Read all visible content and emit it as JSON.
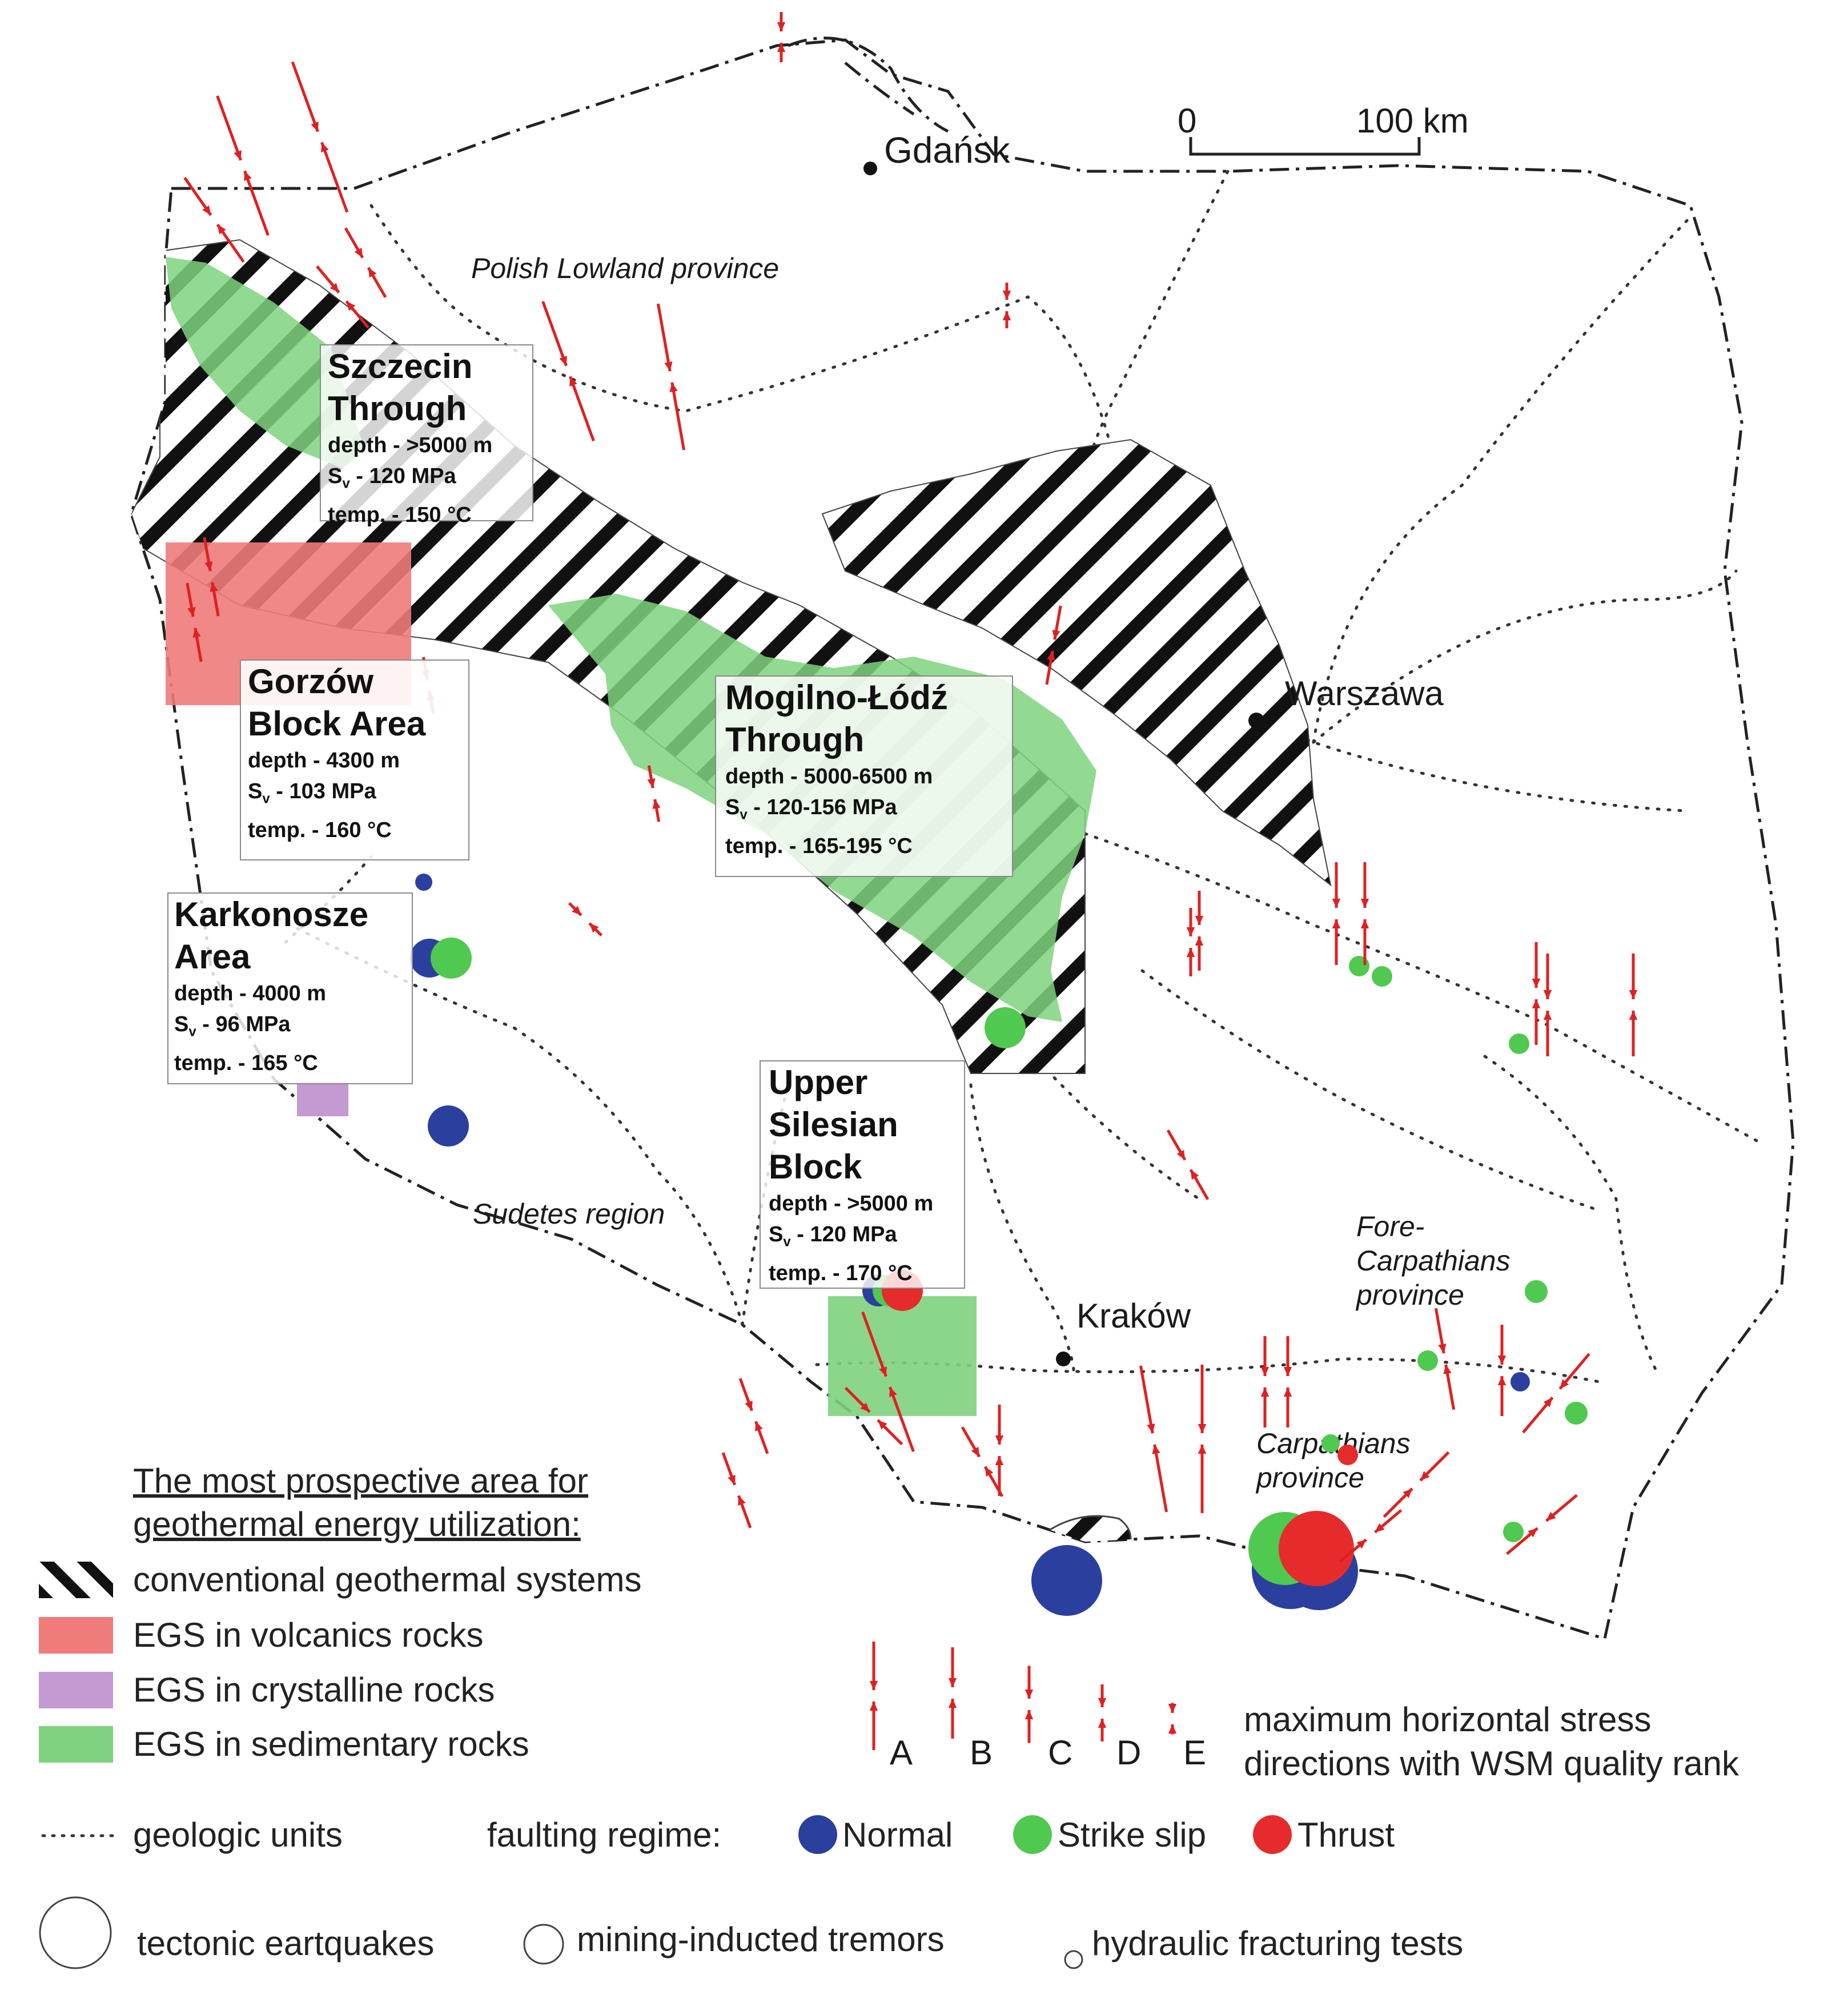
{
  "cities": {
    "gdansk": "Gdańsk",
    "warszawa": "Warszawa",
    "krakow": "Kraków"
  },
  "regions": {
    "polish_lowland": "Polish Lowland province",
    "sudetes": "Sudetes region",
    "fore_carpathians": [
      "Fore-",
      "Carpathians",
      "province"
    ],
    "carpathians": [
      "Carpathians",
      "province"
    ]
  },
  "scale_bar": {
    "start": "0",
    "end": "100 km"
  },
  "areas": {
    "szczecin": {
      "title": [
        "Szczecin",
        "Through"
      ],
      "depth": "depth - >5000 m",
      "sv": "S",
      "sv_rest": " - 120 MPa",
      "temp": "temp. - 150 °C"
    },
    "gorzow": {
      "title": [
        "Gorzów",
        "Block Area"
      ],
      "depth": "depth - 4300 m",
      "sv": "S",
      "sv_rest": " - 103 MPa",
      "temp": "temp. - 160 °C"
    },
    "karkonosze": {
      "title": [
        "Karkonosze",
        "Area"
      ],
      "depth": "depth - 4000 m",
      "sv": "S",
      "sv_rest": " - 96 MPa",
      "temp": "temp. - 165 °C"
    },
    "mogilno": {
      "title": [
        "Mogilno-Łódź",
        "Through"
      ],
      "depth": "depth - 5000-6500 m",
      "sv": "S",
      "sv_rest": " - 120-156 MPa",
      "temp": "temp. - 165-195 °C"
    },
    "upper_silesian": {
      "title": [
        "Upper",
        "Silesian",
        "Block"
      ],
      "depth": "depth - >5000 m",
      "sv": "S",
      "sv_rest": " - 120 MPa",
      "temp": "temp. - 170 °C"
    }
  },
  "legend": {
    "heading": [
      "The most prospective area for",
      "geothermal energy utilization:"
    ],
    "conventional": "conventional geothermal systems",
    "volcanics": "EGS in volcanics rocks",
    "crystalline": "EGS in crystalline rocks",
    "sedimentary": "EGS in sedimentary rocks",
    "stress_ranks": [
      "A",
      "B",
      "C",
      "D",
      "E"
    ],
    "stress_text": [
      "maximum horizontal stress",
      "directions with WSM quality rank"
    ],
    "geologic_units": "geologic units",
    "faulting_regime": "faulting regime:",
    "normal": "Normal",
    "strike_slip": "Strike slip",
    "thrust": "Thrust",
    "tectonic": "tectonic eartquakes",
    "mining": "mining-inducted tremors",
    "hydraulic": "hydraulic fracturing tests"
  },
  "colors": {
    "volcanics": "#ef7b7b",
    "crystalline": "#c39ad2",
    "sedimentary": "#7fd27f",
    "normal": "#2b3f9e",
    "strike_slip": "#4fc94f",
    "thrust": "#e52b2b",
    "arrow": "#e02020"
  },
  "subscript_v": "v"
}
